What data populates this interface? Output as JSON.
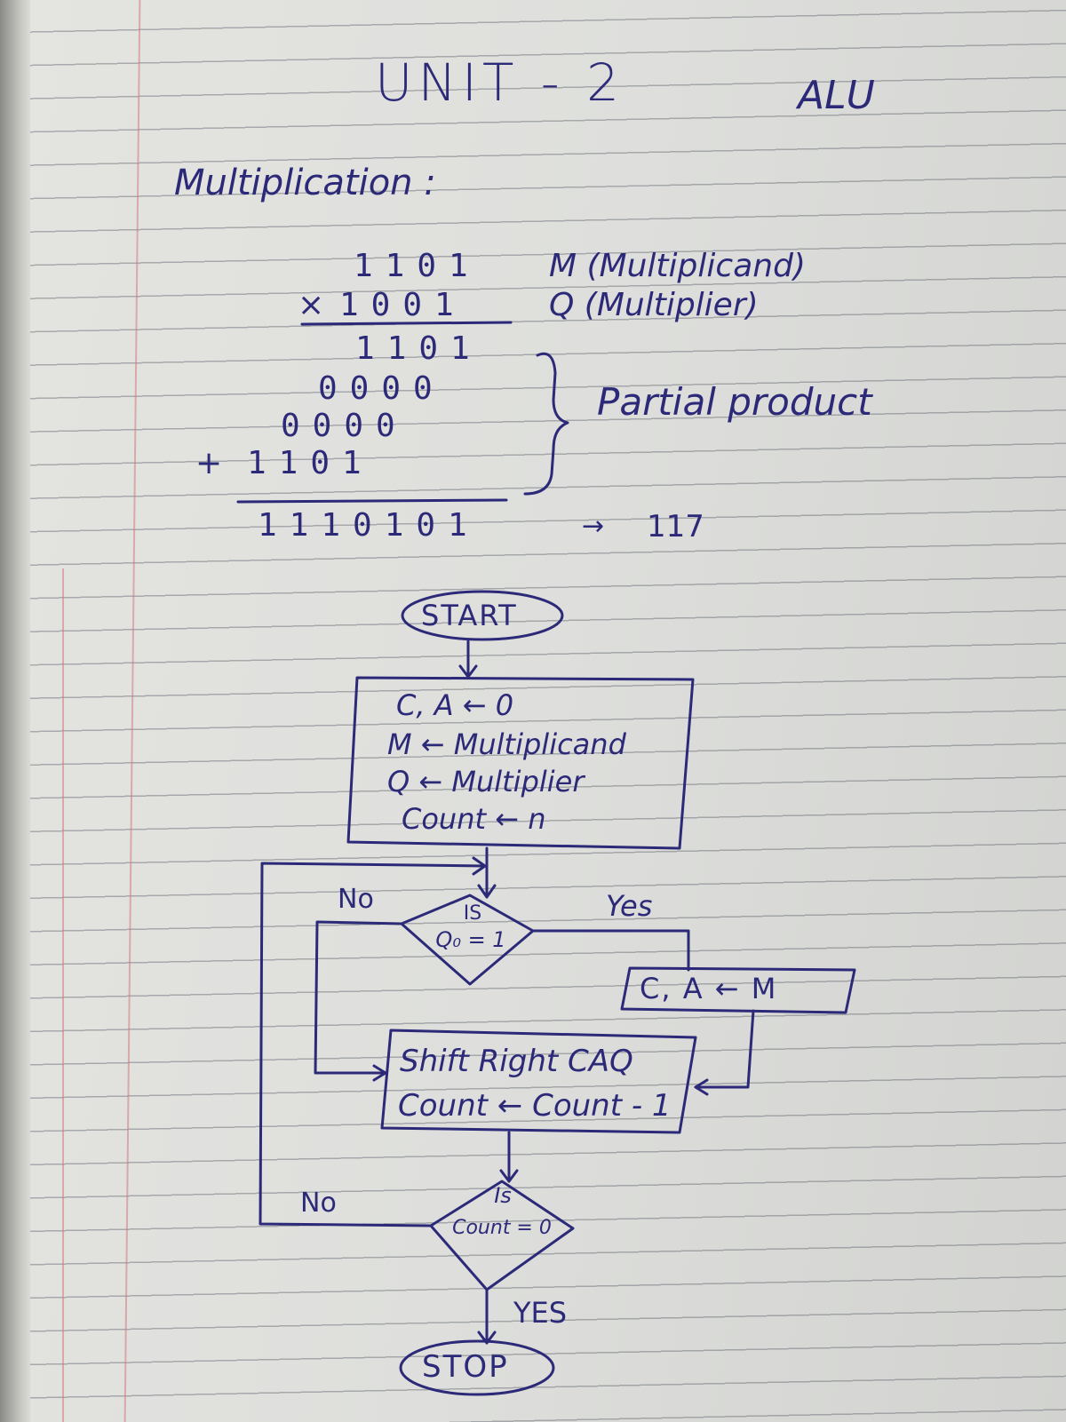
{
  "header": {
    "title": "UNIT - 2",
    "subject": "ALU"
  },
  "section": {
    "heading": "Multiplication :"
  },
  "example": {
    "multiplicand": "1101",
    "multiplicand_label": "M (Multiplicand)",
    "multiplier_sign": "×",
    "multiplier": "1001",
    "multiplier_label": "Q (Multiplier)",
    "partial_products": [
      "1101",
      "0000",
      "0000",
      "1101"
    ],
    "add_sign": "+",
    "partial_label": "Partial product",
    "result": "1110101",
    "result_arrow": "→",
    "result_decimal": "117"
  },
  "flowchart": {
    "start": "START",
    "init_lines": [
      "C, A ← 0",
      "M ← Multiplicand",
      "Q ← Multiplier",
      "Count ← n"
    ],
    "decision1": {
      "line1": "IS",
      "line2": "Q₀ = 1",
      "no": "No",
      "yes": "Yes"
    },
    "add_box": "C, A ← M",
    "shift_lines": [
      "Shift Right CAQ",
      "Count ← Count - 1"
    ],
    "decision2": {
      "line1": "Is",
      "line2": "Count = 0",
      "no": "No",
      "yes": "YES"
    },
    "stop": "STOP"
  },
  "colors": {
    "ink": "#2c2a78",
    "paper": "#e0e0dc",
    "rule": "#5f646e",
    "margin": "#d27882"
  }
}
